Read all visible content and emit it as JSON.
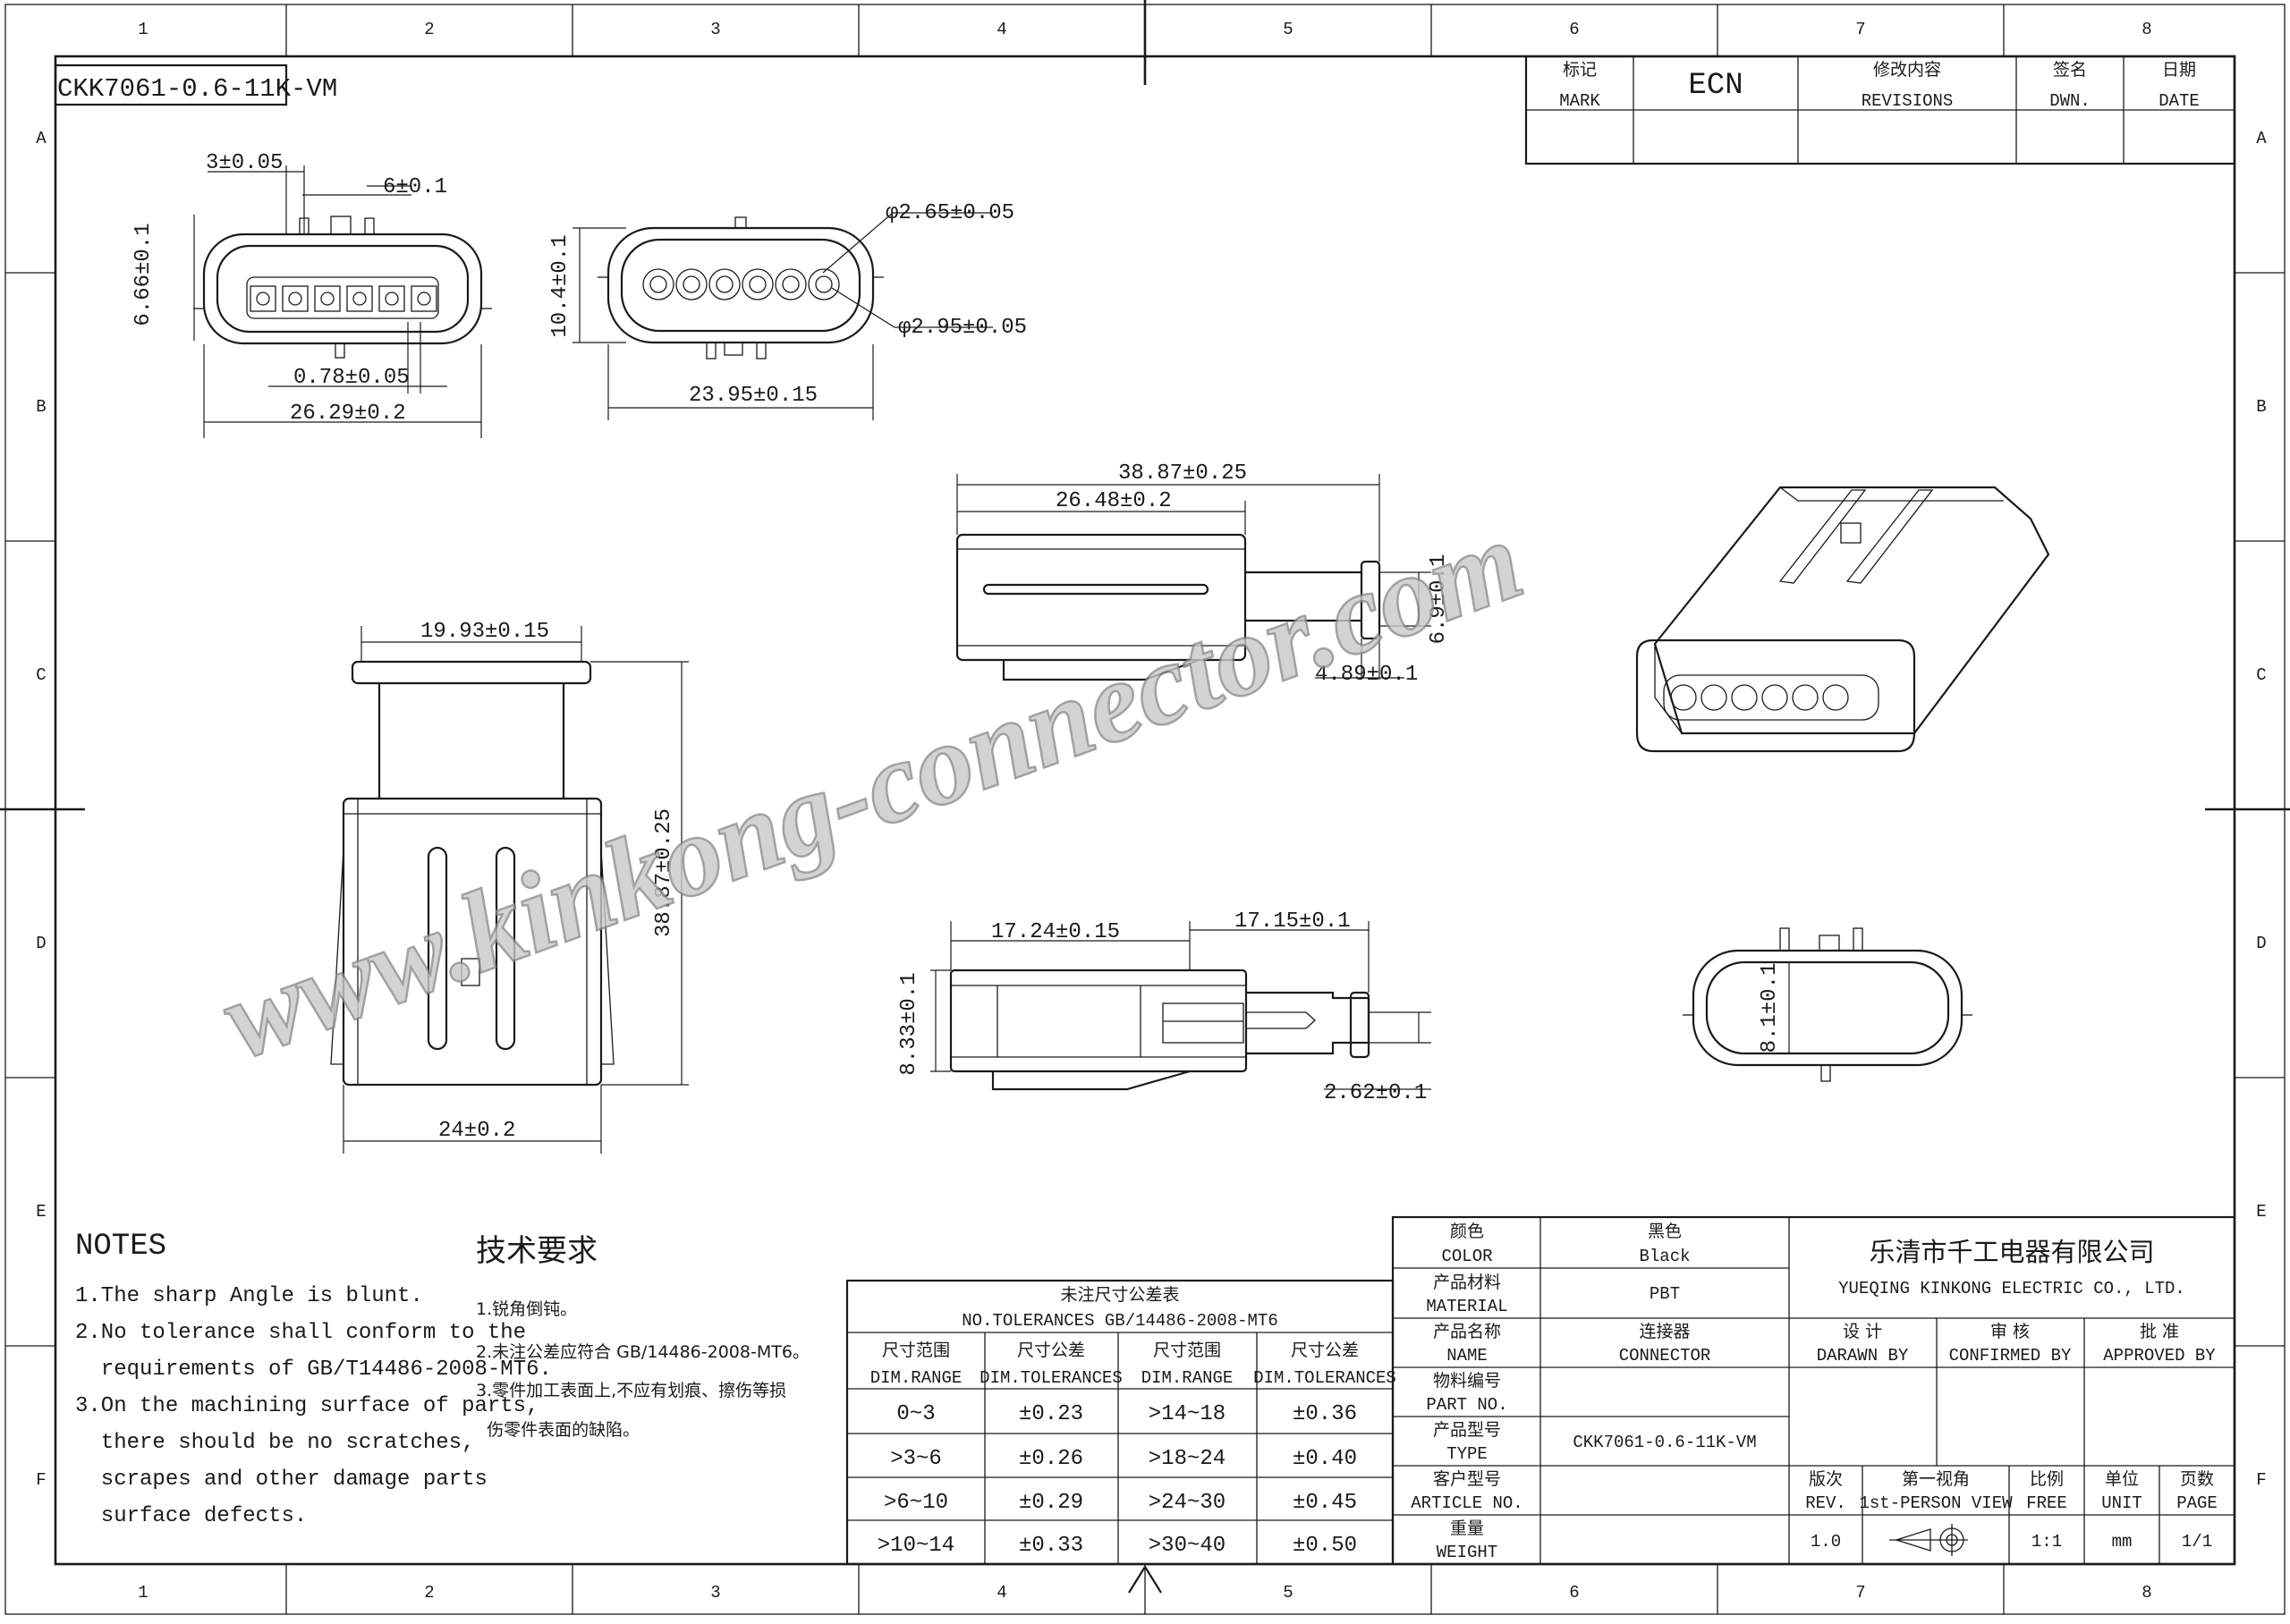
{
  "drawing_number": "CKK7061-0.6-11K-VM",
  "grid": {
    "columns": [
      "1",
      "2",
      "3",
      "4",
      "5",
      "6",
      "7",
      "8"
    ],
    "rows": [
      "A",
      "B",
      "C",
      "D",
      "E",
      "F"
    ]
  },
  "revision_block": {
    "mark_cn": "标记",
    "mark_en": "MARK",
    "ecn": "ECN",
    "revisions_cn": "修改内容",
    "revisions_en": "REVISIONS",
    "dwn_cn": "签名",
    "dwn_en": "DWN.",
    "date_cn": "日期",
    "date_en": "DATE"
  },
  "dimensions": {
    "d_pitch": "3±0.05",
    "d_6": "6±0.1",
    "d_666": "6.66±0.1",
    "d_078": "0.78±0.05",
    "d_2629": "26.29±0.2",
    "d_phi265": "φ2.65±0.05",
    "d_104": "10.4±0.1",
    "d_phi295": "φ2.95±0.05",
    "d_2395": "23.95±0.15",
    "d_3887": "38.87±0.25",
    "d_2648": "26.48±0.2",
    "d_69": "6.9±0.1",
    "d_489": "4.89±0.1",
    "d_1993": "19.93±0.15",
    "d_3887v": "38.87±0.25",
    "d_24": "24±0.2",
    "d_1724": "17.24±0.15",
    "d_1715": "17.15±0.1",
    "d_833": "8.33±0.1",
    "d_262": "2.62±0.1",
    "d_81": "8.1±0.1"
  },
  "watermark": "www.kinkong-connector.com",
  "notes_en": {
    "title": "NOTES",
    "lines": [
      "1.The sharp Angle is blunt.",
      "2.No tolerance shall conform to the",
      "  requirements of GB/T14486-2008-MT6.",
      "3.On the machining surface of parts,",
      "  there should be no scratches,",
      "  scrapes and other damage parts",
      "  surface defects."
    ]
  },
  "notes_cn": {
    "title": "技术要求",
    "lines": [
      "1.锐角倒钝。",
      "2.未注公差应符合 GB/14486-2008-MT6。",
      "3.零件加工表面上,不应有划痕、擦伤等损",
      "  伤零件表面的缺陷。"
    ]
  },
  "tolerance_table": {
    "title_cn": "未注尺寸公差表",
    "title_en": "NO.TOLERANCES GB/14486-2008-MT6",
    "headers": [
      {
        "cn": "尺寸范围",
        "en": "DIM.RANGE"
      },
      {
        "cn": "尺寸公差",
        "en": "DIM.TOLERANCES"
      },
      {
        "cn": "尺寸范围",
        "en": "DIM.RANGE"
      },
      {
        "cn": "尺寸公差",
        "en": "DIM.TOLERANCES"
      }
    ],
    "rows": [
      [
        "0~3",
        "±0.23",
        ">14~18",
        "±0.36"
      ],
      [
        ">3~6",
        "±0.26",
        ">18~24",
        "±0.40"
      ],
      [
        ">6~10",
        "±0.29",
        ">24~30",
        "±0.45"
      ],
      [
        ">10~14",
        "±0.33",
        ">30~40",
        "±0.50"
      ]
    ]
  },
  "title_block": {
    "fields": [
      {
        "label_cn": "颜色",
        "label_en": "COLOR",
        "value_cn": "黑色",
        "value_en": "Black"
      },
      {
        "label_cn": "产品材料",
        "label_en": "MATERIAL",
        "value_cn": "",
        "value_en": "PBT"
      },
      {
        "label_cn": "产品名称",
        "label_en": "NAME",
        "value_cn": "连接器",
        "value_en": "CONNECTOR"
      },
      {
        "label_cn": "物料编号",
        "label_en": "PART NO.",
        "value_cn": "",
        "value_en": ""
      },
      {
        "label_cn": "产品型号",
        "label_en": "TYPE",
        "value_cn": "",
        "value_en": "CKK7061-0.6-11K-VM"
      },
      {
        "label_cn": "客户型号",
        "label_en": "ARTICLE NO.",
        "value_cn": "",
        "value_en": ""
      },
      {
        "label_cn": "重量",
        "label_en": "WEIGHT",
        "value_cn": "",
        "value_en": ""
      }
    ],
    "company_cn": "乐清市千工电器有限公司",
    "company_en": "YUEQING KINKONG ELECTRIC CO., LTD.",
    "approvals": [
      {
        "cn": "设 计",
        "en": "DARAWN BY"
      },
      {
        "cn": "审 核",
        "en": "CONFIRMED BY"
      },
      {
        "cn": "批 准",
        "en": "APPROVED BY"
      }
    ],
    "info_headers": [
      {
        "cn": "版次",
        "en": "REV."
      },
      {
        "cn": "第一视角",
        "en": "1st-PERSON VIEW"
      },
      {
        "cn": "比例",
        "en": "FREE"
      },
      {
        "cn": "单位",
        "en": "UNIT"
      },
      {
        "cn": "页数",
        "en": "PAGE"
      }
    ],
    "info_values": {
      "rev": "1.0",
      "scale": "1:1",
      "unit": "mm",
      "page": "1/1"
    }
  }
}
